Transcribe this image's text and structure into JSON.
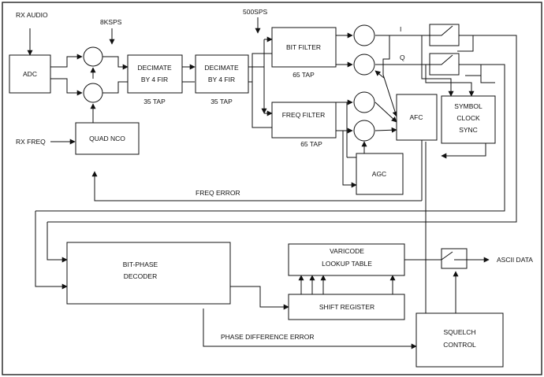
{
  "diagram": {
    "inputs": {
      "rx_audio": "RX AUDIO",
      "rx_freq": "RX FREQ"
    },
    "rates": {
      "r8k": "8KSPS",
      "r500": "500SPS"
    },
    "blocks": {
      "adc": "ADC",
      "quad_nco": "QUAD NCO",
      "decimate1": [
        "DECIMATE",
        "BY 4 FIR"
      ],
      "decimate2": [
        "DECIMATE",
        "BY 4 FIR"
      ],
      "bit_filter": "BIT FILTER",
      "freq_filter": "FREQ FILTER",
      "agc": "AGC",
      "afc": "AFC",
      "symbol_clock_sync": [
        "SYMBOL",
        "CLOCK",
        "SYNC"
      ],
      "bit_phase_decoder": [
        "BIT-PHASE",
        "DECODER"
      ],
      "varicode_lookup": [
        "VARICODE",
        "LOOKUP TABLE"
      ],
      "shift_register": "SHIFT REGISTER",
      "squelch_control": [
        "SQUELCH",
        "CONTROL"
      ]
    },
    "taps": {
      "dec1": "35 TAP",
      "dec2": "35 TAP",
      "bit": "65 TAP",
      "freq": "65 TAP"
    },
    "signals": {
      "i": "I",
      "q": "Q",
      "freq_error": "FREQ ERROR",
      "phase_difference_error": "PHASE DIFFERENCE ERROR",
      "ascii_data": "ASCII DATA"
    }
  }
}
